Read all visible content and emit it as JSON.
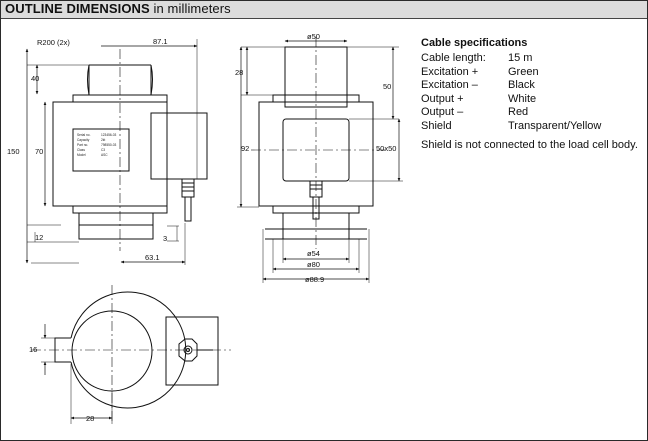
{
  "header": {
    "title_bold": "OUTLINE DIMENSIONS",
    "title_rest": " in millimeters"
  },
  "dimensions": {
    "front": {
      "radius": "R200 (2x)",
      "width_to_cable": "87.1",
      "top_height": "40",
      "total_height": "150",
      "body_height": "70",
      "base_height": "12",
      "offset": "3",
      "depth": "63.1"
    },
    "side": {
      "top_dia": "ø50",
      "top_height": "28",
      "upper": "50",
      "height": "92",
      "cable_section": "50x50",
      "dia_54": "ø54",
      "dia_80": "ø80",
      "dia_88": "ø88.9"
    },
    "bottom": {
      "slot": "16",
      "slot_width": "28"
    }
  },
  "nameplate": {
    "rows": [
      {
        "k": "Serial no.",
        "v": "123456-03"
      },
      {
        "k": "Capacity",
        "v": "2kt"
      },
      {
        "k": "Part no.",
        "v": "798550-03"
      },
      {
        "k": "Class",
        "v": "C3"
      },
      {
        "k": "Model",
        "v": "ASC"
      }
    ]
  },
  "cable": {
    "title": "Cable specifications",
    "rows": [
      {
        "k": "Cable length:",
        "v": "15 m"
      },
      {
        "k": "Excitation +",
        "v": "Green"
      },
      {
        "k": "Excitation –",
        "v": "Black"
      },
      {
        "k": "Output +",
        "v": "White"
      },
      {
        "k": "Output –",
        "v": "Red"
      },
      {
        "k": "Shield",
        "v": "Transparent/Yellow"
      }
    ],
    "note": "Shield is not connected to the load cell body."
  }
}
